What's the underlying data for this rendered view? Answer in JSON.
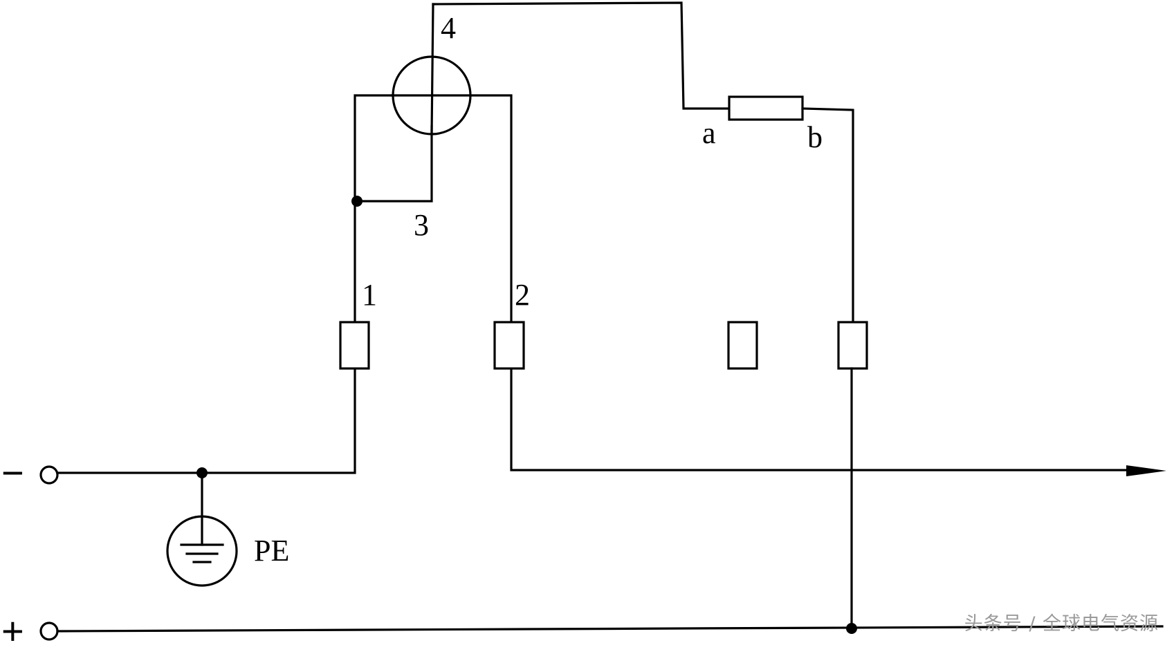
{
  "labels": {
    "minus": "−",
    "plus": "+",
    "pe": "PE",
    "t1": "1",
    "t2": "2",
    "t3": "3",
    "t4": "4",
    "a": "a",
    "b": "b"
  },
  "watermark": "头条号 / 全球电气资源"
}
